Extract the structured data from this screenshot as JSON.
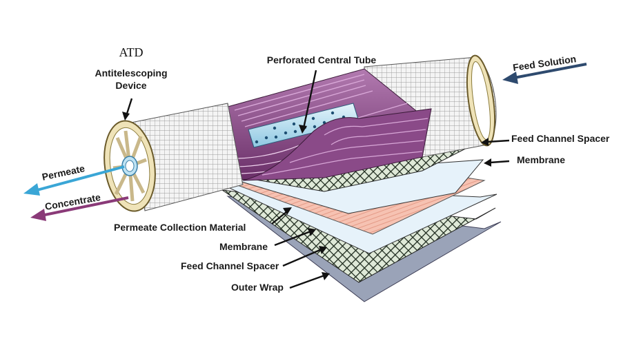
{
  "labels": {
    "atd": "ATD",
    "antitelescoping_line1": "Antitelescoping",
    "antitelescoping_line2": "Device",
    "perforated_tube": "Perforated Central Tube",
    "feed_solution": "Feed Solution",
    "feed_spacer_right": "Feed Channel Spacer",
    "membrane_right": "Membrane",
    "permeate": "Permeate",
    "concentrate": "Concentrate",
    "permeate_collection": "Permeate Collection Material",
    "membrane_left": "Membrane",
    "feed_spacer_left": "Feed Channel Spacer",
    "outer_wrap": "Outer Wrap"
  },
  "colors": {
    "permeate_arrow": "#3aa6d6",
    "concentrate_arrow": "#8a3a78",
    "feed_arrow": "#2e4a6e",
    "membrane_wrap": "#8a4a88",
    "permeate_material": "#f2b8a8",
    "membrane_sheet": "#e6f2fa",
    "outer_wrap": "#9aa3b8",
    "end_cap": "#efe3b8"
  }
}
